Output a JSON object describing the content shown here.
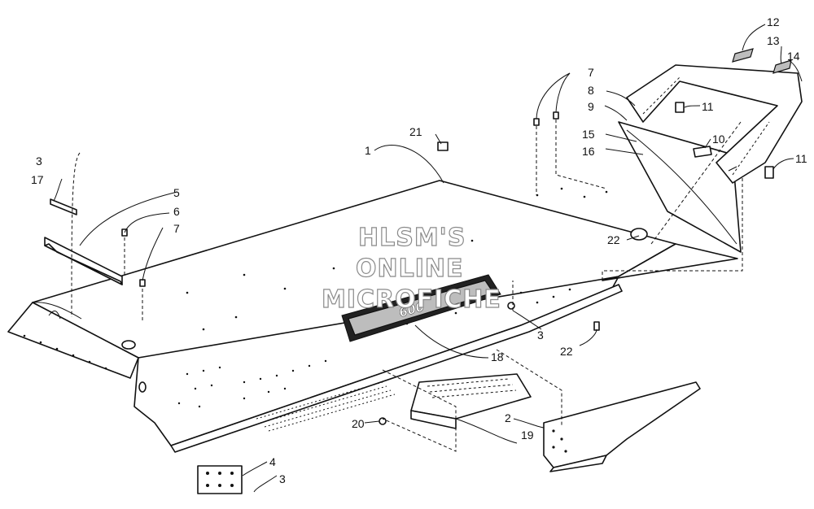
{
  "callouts": {
    "c1": "1",
    "c2": "2",
    "c3a": "3",
    "c3b": "3",
    "c3c": "3",
    "c4": "4",
    "c5": "5",
    "c6": "6",
    "c7a": "7",
    "c7b": "7",
    "c8": "8",
    "c9": "9",
    "c10": "10",
    "c11a": "11",
    "c11b": "11",
    "c12": "12",
    "c13": "13",
    "c14": "14",
    "c15": "15",
    "c16": "16",
    "c17": "17",
    "c18": "18",
    "c19": "19",
    "c20": "20",
    "c21": "21",
    "c22a": "22",
    "c22b": "22"
  },
  "watermark": {
    "line1": "HLSM'S",
    "line2": "ONLINE",
    "line3": "MICROFICHE"
  },
  "emblem_text": "600"
}
